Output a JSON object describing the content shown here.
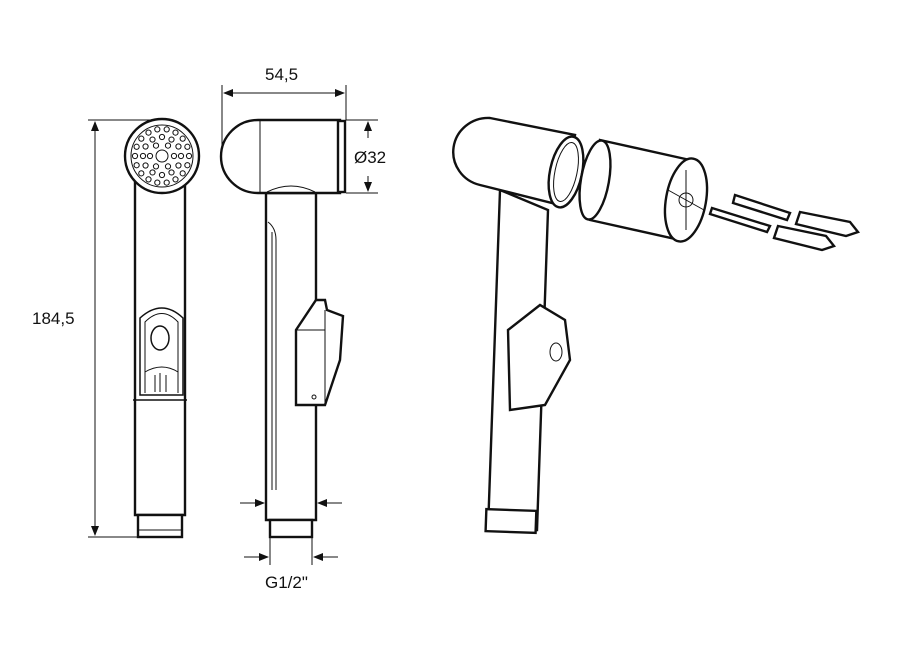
{
  "dimensions": {
    "width_label": "54,5",
    "diameter_label": "Ø32",
    "height_label": "184,5",
    "thread_label": "G1/2\""
  },
  "colors": {
    "line": "#111111",
    "background": "#ffffff"
  }
}
